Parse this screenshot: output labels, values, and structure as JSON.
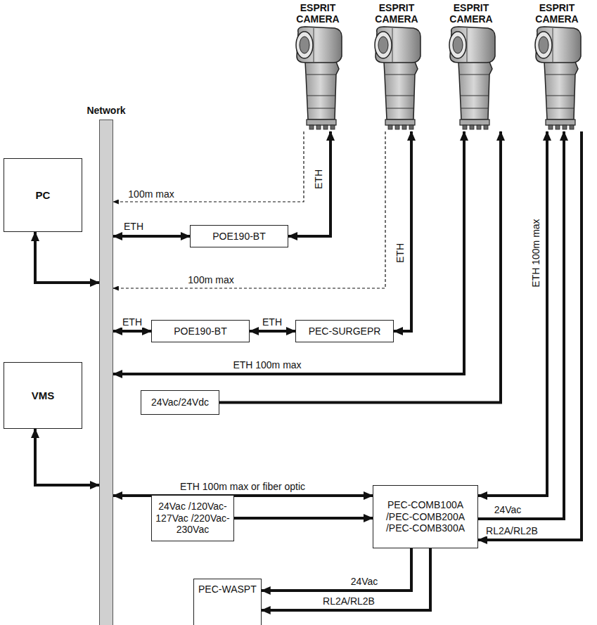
{
  "diagram": {
    "nodes": [
      {
        "text": [
          "Network"
        ]
      },
      {
        "text": [
          "ESPRIT CAMERA"
        ]
      },
      {
        "text": [
          "ESPRIT CAMERA"
        ]
      },
      {
        "text": [
          "ESPRIT CAMERA"
        ]
      },
      {
        "text": [
          "ESPRIT CAMERA"
        ]
      },
      {
        "text": [
          "PC"
        ]
      },
      {
        "text": [
          "VMS"
        ]
      },
      {
        "text": [
          "POE190-BT"
        ]
      },
      {
        "text": [
          "POE190-BT"
        ]
      },
      {
        "text": [
          "PEC-SURGEPR"
        ]
      },
      {
        "text": [
          "24Vac/24Vdc"
        ]
      },
      {
        "text": [
          "24Vac /120Vac-127Vac /220Vac-230Vac"
        ]
      },
      {
        "text": [
          "PEC-COMB100A /PEC-COMB200A /PEC-COMB300A"
        ]
      },
      {
        "text": [
          "PEC-WASPT"
        ]
      }
    ],
    "edges": [
      {
        "from": 5,
        "to": 0,
        "arrow": "both"
      },
      {
        "from": 6,
        "to": 0,
        "arrow": "both"
      },
      {
        "from": 0,
        "to": 7,
        "label": "ETH",
        "arrow": "both"
      },
      {
        "from": 7,
        "to": 1,
        "label": "ETH",
        "arrow": "both"
      },
      {
        "from": 1,
        "to": 0,
        "label": "100m max",
        "arrow": "to"
      },
      {
        "from": 0,
        "to": 8,
        "label": "ETH",
        "arrow": "both"
      },
      {
        "from": 8,
        "to": 9,
        "label": "ETH",
        "arrow": "both"
      },
      {
        "from": 9,
        "to": 2,
        "label": "ETH",
        "arrow": "both"
      },
      {
        "from": 2,
        "to": 0,
        "label": "100m max",
        "arrow": "to"
      },
      {
        "from": 3,
        "to": 0,
        "label": "ETH 100m max",
        "arrow": "both"
      },
      {
        "from": 10,
        "to": 3,
        "arrow": "to"
      },
      {
        "from": 0,
        "to": 12,
        "label": "ETH 100m max or fiber optic",
        "arrow": "both"
      },
      {
        "from": 11,
        "to": 12,
        "arrow": "to"
      },
      {
        "from": 12,
        "to": 4,
        "label": "ETH 100m max",
        "arrow": "both"
      },
      {
        "from": 12,
        "to": 4,
        "label": "24Vac",
        "arrow": "to"
      },
      {
        "from": 4,
        "to": 12,
        "label": "RL2A/RL2B",
        "arrow": "to"
      },
      {
        "from": 12,
        "to": 13,
        "label": "24Vac",
        "arrow": "to"
      },
      {
        "from": 12,
        "to": 13,
        "label": "RL2A/RL2B",
        "arrow": "to"
      }
    ]
  }
}
